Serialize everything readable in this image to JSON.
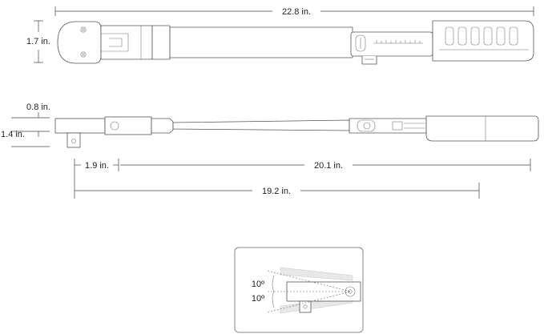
{
  "dimensions": {
    "overall_length": "22.8 in.",
    "head_height": "1.7 in.",
    "head_thickness": "0.8 in.",
    "drive_height": "1.4 in.",
    "drive_offset": "1.9 in.",
    "effective_length": "20.1 in.",
    "pivot_length": "19.2 in."
  },
  "detail": {
    "angle_up": "10º",
    "angle_down": "10º"
  }
}
